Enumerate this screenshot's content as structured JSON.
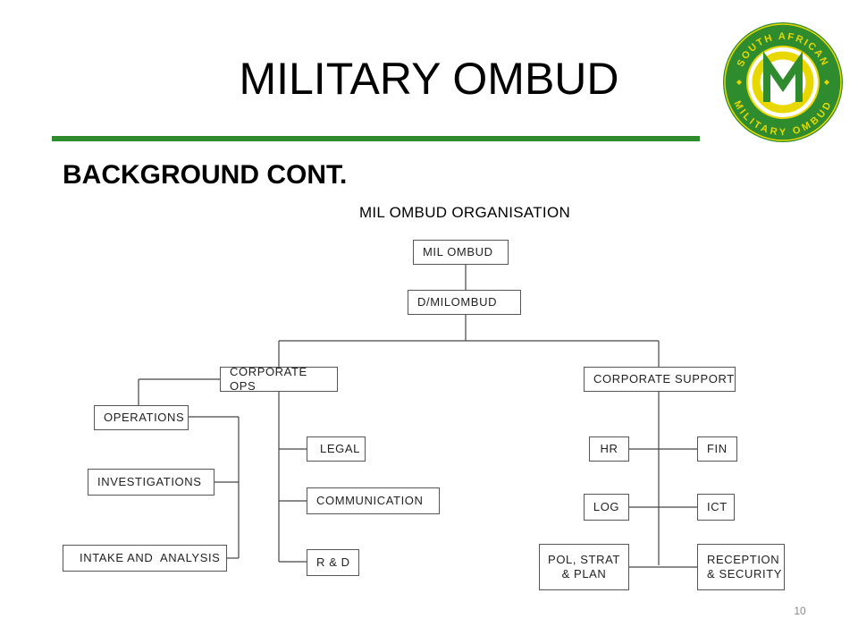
{
  "slide": {
    "title": "MILITARY OMBUD",
    "subtitle": "BACKGROUND CONT.",
    "page_number": "10"
  },
  "logo": {
    "top_text": "SOUTH AFRICAN",
    "bottom_text": "MILITARY OMBUD",
    "letters": "MO",
    "colors": {
      "ring": "#2e8b2e",
      "accent": "#e8d800"
    }
  },
  "chart": {
    "title": "MIL OMBUD ORGANISATION",
    "nodes": {
      "mil_ombud": "MIL OMBUD",
      "d_milombud": "D/MILOMBUD",
      "corporate_ops": "CORPORATE OPS",
      "corporate_support": "CORPORATE SUPPORT",
      "operations": "OPERATIONS",
      "investigations": "INVESTIGATIONS",
      "intake_analysis": "INTAKE AND  ANALYSIS",
      "legal": "LEGAL",
      "communication": "COMMUNICATION",
      "r_and_d": "R & D",
      "hr": "HR",
      "fin": "FIN",
      "log": "LOG",
      "ict": "ICT",
      "pol_strat_plan": "POL, STRAT\n& PLAN",
      "reception_security": "RECEPTION\n& SECURITY"
    }
  }
}
